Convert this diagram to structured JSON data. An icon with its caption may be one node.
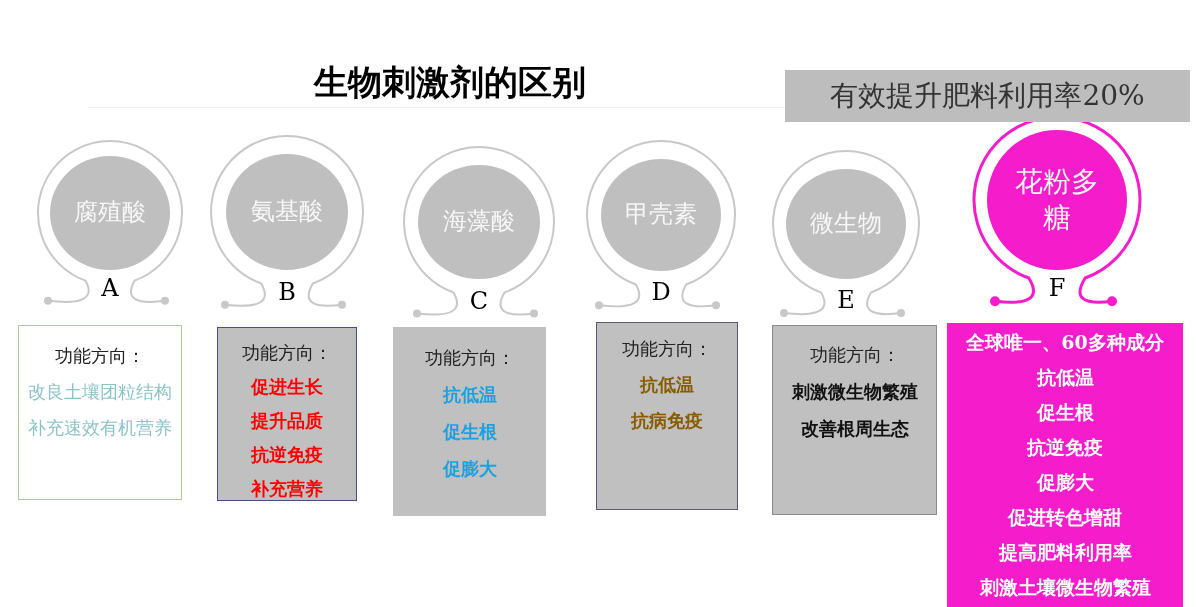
{
  "diagram": {
    "title": "生物刺激剂的区别",
    "nodes": [
      {
        "text": [
          "有效提升肥料利用率20%"
        ]
      },
      {
        "text": [
          "腐殖酸"
        ],
        "beside": [
          "A"
        ]
      },
      {
        "text": [
          "功能方向：",
          "改良土壤团粒结构",
          "补充速效有机营养"
        ]
      },
      {
        "text": [
          "氨基酸"
        ],
        "beside": [
          "B"
        ]
      },
      {
        "text": [
          "功能方向：",
          "促进生长",
          "提升品质",
          "抗逆免疫",
          "补充营养"
        ]
      },
      {
        "text": [
          "海藻酸"
        ],
        "beside": [
          "C"
        ]
      },
      {
        "text": [
          "功能方向：",
          "抗低温",
          "促生根",
          "促膨大"
        ]
      },
      {
        "text": [
          "甲壳素"
        ],
        "beside": [
          "D"
        ]
      },
      {
        "text": [
          "功能方向：",
          "抗低温",
          "抗病免疫"
        ]
      },
      {
        "text": [
          "微生物"
        ],
        "beside": [
          "E"
        ]
      },
      {
        "text": [
          "功能方向：",
          "刺激微生物繁殖",
          "改善根周生态"
        ]
      },
      {
        "text": [
          "花粉多糖"
        ],
        "beside": [
          "F"
        ]
      },
      {
        "text": [
          "全球唯一、60多种成分",
          "抗低温",
          "促生根",
          "抗逆免疫",
          "促膨大",
          "促进转色增甜",
          "提高肥料利用率",
          "刺激土壤微生物繁殖"
        ]
      }
    ]
  }
}
